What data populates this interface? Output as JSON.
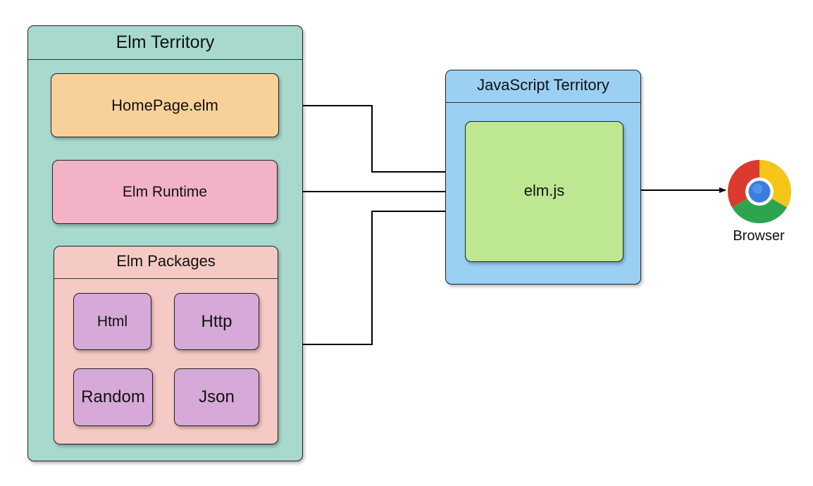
{
  "elm_territory": {
    "title": "Elm Territory",
    "color": "#a8d9cf",
    "homepage": {
      "label": "HomePage.elm",
      "color": "#f8d19a"
    },
    "runtime": {
      "label": "Elm Runtime",
      "color": "#f2b3c6"
    },
    "packages": {
      "title": "Elm Packages",
      "color": "#f6cac4",
      "item_color": "#d6a9d8",
      "items": [
        "Html",
        "Http",
        "Random",
        "Json"
      ]
    }
  },
  "js_territory": {
    "title": "JavaScript Territory",
    "color": "#9bd0f3",
    "output": {
      "label": "elm.js",
      "color": "#bde891"
    }
  },
  "browser": {
    "label": "Browser",
    "icon": "chrome-icon"
  }
}
